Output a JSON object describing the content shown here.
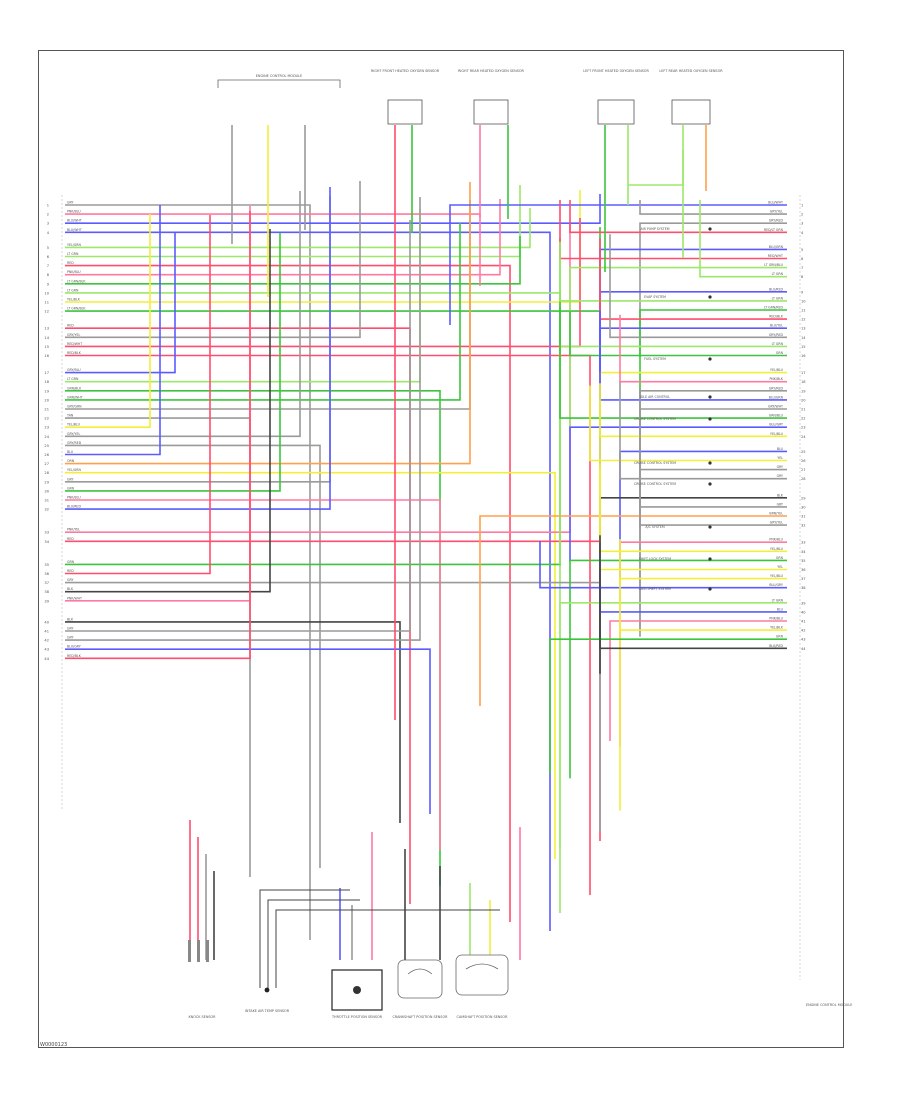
{
  "diagram": {
    "footer_code": "W0000123",
    "colors": {
      "RED": "#ff4d6d",
      "PINK": "#ff7aa2",
      "BLUE": "#5b5bff",
      "GREEN": "#3cc43c",
      "LT_GREEN": "#9be86a",
      "YELLOW": "#f2ef3a",
      "GRAY": "#9a9a9a",
      "DK_GRAY": "#444444",
      "ORANGE": "#ffa04d",
      "VIOLET": "#c07cff"
    },
    "top_components": [
      {
        "id": "ccm",
        "label": "ENGINE CONTROL MODULE"
      },
      {
        "id": "rfo2",
        "label": "RIGHT FRONT HEATED OXYGEN SENSOR"
      },
      {
        "id": "rro2",
        "label": "RIGHT REAR HEATED OXYGEN SENSOR"
      },
      {
        "id": "lfo2",
        "label": "LEFT FRONT HEATED OXYGEN SENSOR"
      },
      {
        "id": "lro2",
        "label": "LEFT REAR HEATED OXYGEN SENSOR"
      }
    ],
    "bottom_components": [
      {
        "id": "kn1",
        "label": "KNOCK SENSOR"
      },
      {
        "id": "iat",
        "label": "INTAKE AIR TEMP SENSOR"
      },
      {
        "id": "tps",
        "label": "THROTTLE POSITION SENSOR"
      },
      {
        "id": "crk",
        "label": "CRANKSHAFT POSITION SENSOR"
      },
      {
        "id": "cmp",
        "label": "CAMSHAFT POSITION SENSOR"
      }
    ],
    "right_notes": [
      "AIR PUMP SYSTEM",
      "EVAP SYSTEM",
      "FUEL SYSTEM",
      "IDLE AIR CONTROL",
      "CRUISE CONTROL SYSTEM",
      "CRUISE CONTROL SYSTEM",
      "CRUISE CONTROL SYSTEM",
      "A/C SYSTEM",
      "SHIFT LOCK SYSTEM",
      "ANTI-THEFT SYSTEM"
    ],
    "engine_label": "ENGINE CONTROL MODULE",
    "left_pins": [
      {
        "pin": "1",
        "wire": "GRY",
        "color": "GRAY"
      },
      {
        "pin": "2",
        "wire": "PNK/BLU",
        "color": "PINK"
      },
      {
        "pin": "3",
        "wire": "BLU/WHT",
        "color": "BLUE"
      },
      {
        "pin": "4",
        "wire": "BLU/WHT",
        "color": "BLUE"
      },
      {
        "pin": "5",
        "wire": "YEL/GRN",
        "color": "LT_GREEN"
      },
      {
        "pin": "6",
        "wire": "LT GRN",
        "color": "LT_GREEN"
      },
      {
        "pin": "7",
        "wire": "RED",
        "color": "RED"
      },
      {
        "pin": "8",
        "wire": "PNK/BLU",
        "color": "PINK"
      },
      {
        "pin": "9",
        "wire": "LT GRN/BLK",
        "color": "GREEN"
      },
      {
        "pin": "10",
        "wire": "LT GRN",
        "color": "LT_GREEN"
      },
      {
        "pin": "11",
        "wire": "YEL/BLK",
        "color": "YELLOW"
      },
      {
        "pin": "12",
        "wire": "LT GRN/BLK",
        "color": "GREEN"
      },
      {
        "pin": "13",
        "wire": "RED",
        "color": "RED"
      },
      {
        "pin": "14",
        "wire": "GRY/YEL",
        "color": "GRAY"
      },
      {
        "pin": "15",
        "wire": "RED/WHT",
        "color": "RED"
      },
      {
        "pin": "16",
        "wire": "RED/BLK",
        "color": "RED"
      },
      {
        "pin": "17",
        "wire": "GRY/BLU",
        "color": "BLUE"
      },
      {
        "pin": "18",
        "wire": "LT GRN",
        "color": "LT_GREEN"
      },
      {
        "pin": "19",
        "wire": "GRN/BLK",
        "color": "GREEN"
      },
      {
        "pin": "20",
        "wire": "GRN/WHT",
        "color": "GREEN"
      },
      {
        "pin": "21",
        "wire": "GRY/GRN",
        "color": "GRAY"
      },
      {
        "pin": "22",
        "wire": "TAN",
        "color": "GRAY"
      },
      {
        "pin": "23",
        "wire": "YEL/BLU",
        "color": "YELLOW"
      },
      {
        "pin": "24",
        "wire": "GRY/YEL",
        "color": "GRAY"
      },
      {
        "pin": "25",
        "wire": "GRY/RED",
        "color": "GRAY"
      },
      {
        "pin": "26",
        "wire": "BLU",
        "color": "BLUE"
      },
      {
        "pin": "27",
        "wire": "ORN",
        "color": "ORANGE"
      },
      {
        "pin": "28",
        "wire": "YEL/GRN",
        "color": "YELLOW"
      },
      {
        "pin": "29",
        "wire": "GRY",
        "color": "GRAY"
      },
      {
        "pin": "30",
        "wire": "GRN",
        "color": "GREEN"
      },
      {
        "pin": "31",
        "wire": "PNK/BLU",
        "color": "PINK"
      },
      {
        "pin": "32",
        "wire": "BLU/RED",
        "color": "BLUE"
      },
      {
        "pin": "33",
        "wire": "PNK/YEL",
        "color": "PINK"
      },
      {
        "pin": "34",
        "wire": "RED",
        "color": "RED"
      },
      {
        "pin": "35",
        "wire": "GRN",
        "color": "GREEN"
      },
      {
        "pin": "36",
        "wire": "RED",
        "color": "RED"
      },
      {
        "pin": "37",
        "wire": "GRY",
        "color": "GRAY"
      },
      {
        "pin": "38",
        "wire": "BLK",
        "color": "DK_GRAY"
      },
      {
        "pin": "39",
        "wire": "PNK/WHT",
        "color": "PINK"
      },
      {
        "pin": "40",
        "wire": "BLK",
        "color": "DK_GRAY"
      },
      {
        "pin": "41",
        "wire": "GRY",
        "color": "GRAY"
      },
      {
        "pin": "42",
        "wire": "GRY",
        "color": "GRAY"
      },
      {
        "pin": "43",
        "wire": "BLU/GRY",
        "color": "BLUE"
      },
      {
        "pin": "44",
        "wire": "RED/BLK",
        "color": "RED"
      }
    ],
    "right_pins": [
      {
        "pin": "1",
        "wire": "BLU/WHT",
        "color": "BLUE"
      },
      {
        "pin": "2",
        "wire": "GRY/YEL",
        "color": "GRAY"
      },
      {
        "pin": "3",
        "wire": "GRY/RED",
        "color": "GRAY"
      },
      {
        "pin": "4",
        "wire": "RED/LT GRN",
        "color": "RED"
      },
      {
        "pin": "5",
        "wire": "BLU/GRN",
        "color": "BLUE"
      },
      {
        "pin": "6",
        "wire": "RED/WHT",
        "color": "RED"
      },
      {
        "pin": "7",
        "wire": "LT GRN/BLU",
        "color": "LT_GREEN"
      },
      {
        "pin": "8",
        "wire": "LT GRN",
        "color": "LT_GREEN"
      },
      {
        "pin": "9",
        "wire": "BLU/RED",
        "color": "BLUE"
      },
      {
        "pin": "10",
        "wire": "LT GRN",
        "color": "LT_GREEN"
      },
      {
        "pin": "11",
        "wire": "LT GRN/RED",
        "color": "GREEN"
      },
      {
        "pin": "12",
        "wire": "RED/BLK",
        "color": "RED"
      },
      {
        "pin": "13",
        "wire": "BLU/YEL",
        "color": "BLUE"
      },
      {
        "pin": "14",
        "wire": "GRY/RED",
        "color": "GRAY"
      },
      {
        "pin": "15",
        "wire": "LT GRN",
        "color": "LT_GREEN"
      },
      {
        "pin": "16",
        "wire": "GRN",
        "color": "GREEN"
      },
      {
        "pin": "17",
        "wire": "YEL/BLU",
        "color": "YELLOW"
      },
      {
        "pin": "18",
        "wire": "PNK/BLK",
        "color": "PINK"
      },
      {
        "pin": "19",
        "wire": "GRY/RED",
        "color": "GRAY"
      },
      {
        "pin": "20",
        "wire": "BLU/GRN",
        "color": "BLUE"
      },
      {
        "pin": "21",
        "wire": "GRY/WHT",
        "color": "GRAY"
      },
      {
        "pin": "22",
        "wire": "GRN/BLU",
        "color": "GREEN"
      },
      {
        "pin": "23",
        "wire": "BLU/GRY",
        "color": "BLUE"
      },
      {
        "pin": "24",
        "wire": "YEL/BLU",
        "color": "YELLOW"
      },
      {
        "pin": "25",
        "wire": "BLU",
        "color": "BLUE"
      },
      {
        "pin": "26",
        "wire": "YEL",
        "color": "YELLOW"
      },
      {
        "pin": "27",
        "wire": "GRY",
        "color": "GRAY"
      },
      {
        "pin": "28",
        "wire": "GRY",
        "color": "GRAY"
      },
      {
        "pin": "29",
        "wire": "BLK",
        "color": "DK_GRAY"
      },
      {
        "pin": "30",
        "wire": "GRY",
        "color": "GRAY"
      },
      {
        "pin": "31",
        "wire": "BRN/YEL",
        "color": "ORANGE"
      },
      {
        "pin": "32",
        "wire": "GRY/YEL",
        "color": "GRAY"
      },
      {
        "pin": "33",
        "wire": "PNK/BLU",
        "color": "PINK"
      },
      {
        "pin": "34",
        "wire": "YEL/BLU",
        "color": "YELLOW"
      },
      {
        "pin": "35",
        "wire": "GRN",
        "color": "GREEN"
      },
      {
        "pin": "36",
        "wire": "YEL",
        "color": "YELLOW"
      },
      {
        "pin": "37",
        "wire": "YEL/BLU",
        "color": "YELLOW"
      },
      {
        "pin": "38",
        "wire": "BLU/GRY",
        "color": "BLUE"
      },
      {
        "pin": "39",
        "wire": "LT GRN",
        "color": "LT_GREEN"
      },
      {
        "pin": "40",
        "wire": "BLU",
        "color": "BLUE"
      },
      {
        "pin": "41",
        "wire": "PNK/BLU",
        "color": "PINK"
      },
      {
        "pin": "42",
        "wire": "YEL/BLK",
        "color": "YELLOW"
      },
      {
        "pin": "43",
        "wire": "GRN",
        "color": "GREEN"
      },
      {
        "pin": "44",
        "wire": "BLK/RED",
        "color": "DK_GRAY"
      }
    ]
  }
}
